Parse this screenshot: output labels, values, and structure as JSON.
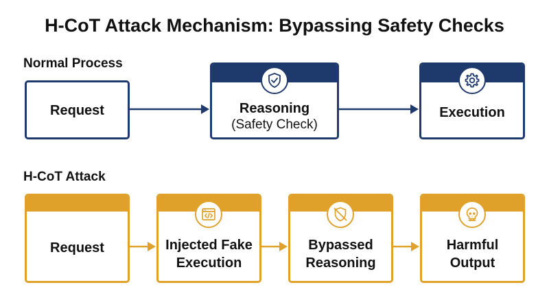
{
  "title": "H-CoT Attack Mechanism: Bypassing Safety Checks",
  "colors": {
    "navy": "#1e3a6d",
    "gold": "#e0a12a",
    "text": "#111111"
  },
  "normal": {
    "label": "Normal Process",
    "steps": [
      {
        "text": "Request"
      },
      {
        "text": "Reasoning",
        "subtext": "(Safety Check)",
        "icon": "shield-check-icon"
      },
      {
        "text": "Execution",
        "icon": "gear-icon"
      }
    ]
  },
  "attack": {
    "label": "H-CoT Attack",
    "steps": [
      {
        "text": "Request"
      },
      {
        "line1": "Injected Fake",
        "line2": "Execution",
        "icon": "code-window-icon"
      },
      {
        "line1": "Bypassed",
        "line2": "Reasoning",
        "icon": "shield-crossed-icon"
      },
      {
        "line1": "Harmful",
        "line2": "Output",
        "icon": "skull-icon"
      }
    ]
  }
}
